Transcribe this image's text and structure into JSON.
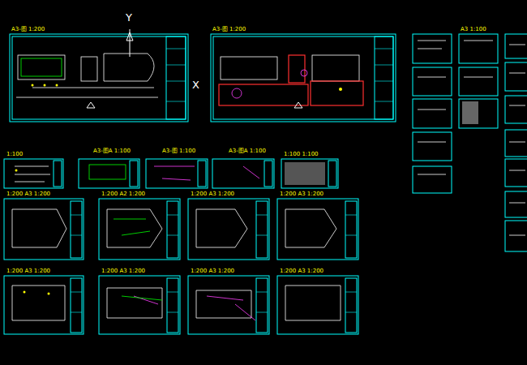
{
  "diagram": {
    "labels": [
      "A3-图 1:200",
      "A3-图 1:200",
      "Y",
      "X",
      "A3 1:100",
      "1:100",
      "A3-图A 1:100",
      "A3-图 1:100",
      "A3-图A 1:100",
      "1:100 1:100",
      "1:200 A2 1:200",
      "1:200 A3 1:200",
      "1:200 A3 1:200",
      "1:200 A3 1:200",
      "1:200 A3 1:200",
      "1:200 A3 1:200",
      "1:200 A3 1:200",
      "1:200 A3 1:200"
    ]
  }
}
